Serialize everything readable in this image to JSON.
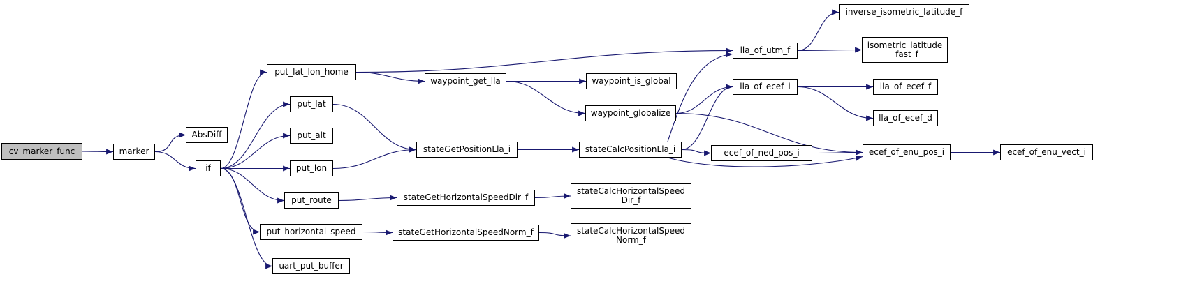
{
  "graph": {
    "title": "",
    "edge_color": "#191970",
    "root_fill": "#bfbfbf",
    "nodes": [
      {
        "id": "cv_marker_func",
        "label": "cv_marker_func",
        "root": true
      },
      {
        "id": "marker",
        "label": "marker"
      },
      {
        "id": "AbsDiff",
        "label": "AbsDiff"
      },
      {
        "id": "if",
        "label": "if"
      },
      {
        "id": "put_lat_lon_home",
        "label": "put_lat_lon_home"
      },
      {
        "id": "put_lat",
        "label": "put_lat"
      },
      {
        "id": "put_alt",
        "label": "put_alt"
      },
      {
        "id": "put_lon",
        "label": "put_lon"
      },
      {
        "id": "put_route",
        "label": "put_route"
      },
      {
        "id": "put_horizontal_speed",
        "label": "put_horizontal_speed"
      },
      {
        "id": "uart_put_buffer",
        "label": "uart_put_buffer"
      },
      {
        "id": "waypoint_get_lla",
        "label": "waypoint_get_lla"
      },
      {
        "id": "stateGetPositionLla_i",
        "label": "stateGetPositionLla_i"
      },
      {
        "id": "stateGetHorizontalSpeedDir_f",
        "label": "stateGetHorizontalSpeedDir_f"
      },
      {
        "id": "stateGetHorizontalSpeedNorm_f",
        "label": "stateGetHorizontalSpeedNorm_f"
      },
      {
        "id": "waypoint_is_global",
        "label": "waypoint_is_global"
      },
      {
        "id": "waypoint_globalize",
        "label": "waypoint_globalize"
      },
      {
        "id": "stateCalcPositionLla_i",
        "label": "stateCalcPositionLla_i"
      },
      {
        "id": "stateCalcHorizontalSpeedDir_f",
        "label": "stateCalcHorizontalSpeed\nDir_f"
      },
      {
        "id": "stateCalcHorizontalSpeedNorm_f",
        "label": "stateCalcHorizontalSpeed\nNorm_f"
      },
      {
        "id": "lla_of_utm_f",
        "label": "lla_of_utm_f"
      },
      {
        "id": "lla_of_ecef_i",
        "label": "lla_of_ecef_i"
      },
      {
        "id": "ecef_of_ned_pos_i",
        "label": "ecef_of_ned_pos_i"
      },
      {
        "id": "inverse_isometric_latitude_f",
        "label": "inverse_isometric_latitude_f"
      },
      {
        "id": "isometric_latitude_fast_f",
        "label": "isometric_latitude\n_fast_f"
      },
      {
        "id": "lla_of_ecef_f",
        "label": "lla_of_ecef_f"
      },
      {
        "id": "lla_of_ecef_d",
        "label": "lla_of_ecef_d"
      },
      {
        "id": "ecef_of_enu_pos_i",
        "label": "ecef_of_enu_pos_i"
      },
      {
        "id": "ecef_of_enu_vect_i",
        "label": "ecef_of_enu_vect_i"
      }
    ],
    "edges": [
      [
        "cv_marker_func",
        "marker"
      ],
      [
        "marker",
        "AbsDiff"
      ],
      [
        "marker",
        "if"
      ],
      [
        "if",
        "put_lat_lon_home"
      ],
      [
        "if",
        "put_lat"
      ],
      [
        "if",
        "put_alt"
      ],
      [
        "if",
        "put_lon"
      ],
      [
        "if",
        "put_route"
      ],
      [
        "if",
        "put_horizontal_speed"
      ],
      [
        "if",
        "uart_put_buffer"
      ],
      [
        "put_lat_lon_home",
        "lla_of_utm_f"
      ],
      [
        "put_lat_lon_home",
        "waypoint_get_lla"
      ],
      [
        "put_lat",
        "stateGetPositionLla_i"
      ],
      [
        "put_lon",
        "stateGetPositionLla_i"
      ],
      [
        "put_route",
        "stateGetHorizontalSpeedDir_f"
      ],
      [
        "put_horizontal_speed",
        "stateGetHorizontalSpeedNorm_f"
      ],
      [
        "waypoint_get_lla",
        "waypoint_is_global"
      ],
      [
        "waypoint_get_lla",
        "waypoint_globalize"
      ],
      [
        "waypoint_globalize",
        "lla_of_ecef_i"
      ],
      [
        "waypoint_globalize",
        "ecef_of_enu_pos_i"
      ],
      [
        "stateGetPositionLla_i",
        "stateCalcPositionLla_i"
      ],
      [
        "stateGetHorizontalSpeedDir_f",
        "stateCalcHorizontalSpeedDir_f"
      ],
      [
        "stateGetHorizontalSpeedNorm_f",
        "stateCalcHorizontalSpeedNorm_f"
      ],
      [
        "stateCalcPositionLla_i",
        "lla_of_utm_f"
      ],
      [
        "stateCalcPositionLla_i",
        "lla_of_ecef_i"
      ],
      [
        "stateCalcPositionLla_i",
        "ecef_of_ned_pos_i"
      ],
      [
        "stateCalcPositionLla_i",
        "ecef_of_enu_pos_i"
      ],
      [
        "lla_of_utm_f",
        "inverse_isometric_latitude_f"
      ],
      [
        "lla_of_utm_f",
        "isometric_latitude_fast_f"
      ],
      [
        "lla_of_ecef_i",
        "lla_of_ecef_f"
      ],
      [
        "lla_of_ecef_i",
        "lla_of_ecef_d"
      ],
      [
        "ecef_of_ned_pos_i",
        "ecef_of_enu_pos_i"
      ],
      [
        "ecef_of_enu_pos_i",
        "ecef_of_enu_vect_i"
      ]
    ]
  }
}
